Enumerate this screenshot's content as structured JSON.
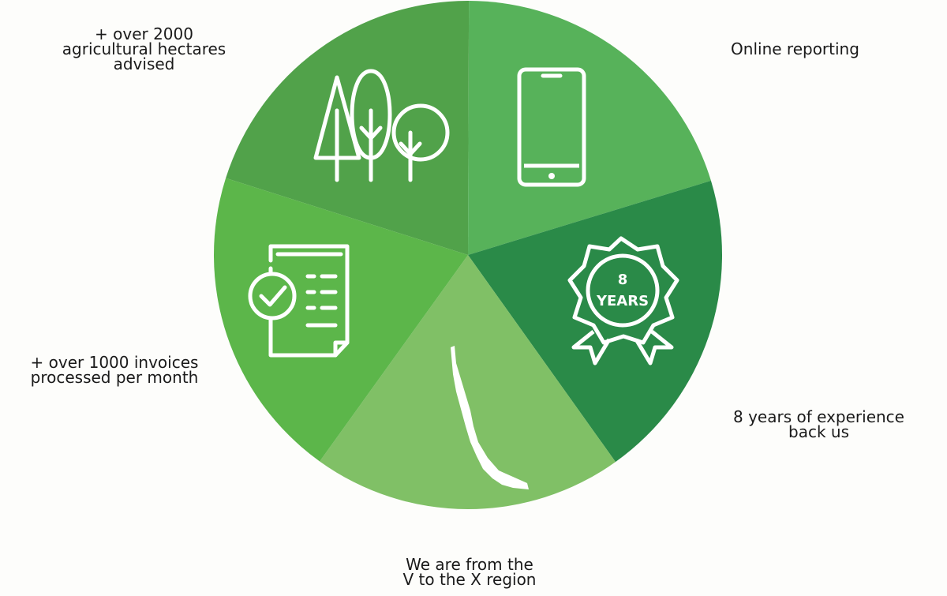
{
  "segments": [
    {
      "id": "hectares",
      "label": "+ over 2000\nagricultural hectares\nadvised",
      "icon": "trees-icon",
      "color": "#51a24a"
    },
    {
      "id": "reporting",
      "label": "Online reporting",
      "icon": "smartphone-icon",
      "color": "#57b25a"
    },
    {
      "id": "experience",
      "label": "8 years of experience\nback us",
      "icon": "award-badge-icon",
      "color": "#2a8a48",
      "badge_number": "8",
      "badge_text": "YEARS"
    },
    {
      "id": "regions",
      "label": "We are from the\nV to the X region",
      "icon": "chile-map-icon",
      "color": "#80c066"
    },
    {
      "id": "invoices",
      "label": "+ over 1000 invoices\nprocessed per month",
      "icon": "invoice-check-icon",
      "color": "#5cb64a"
    }
  ]
}
